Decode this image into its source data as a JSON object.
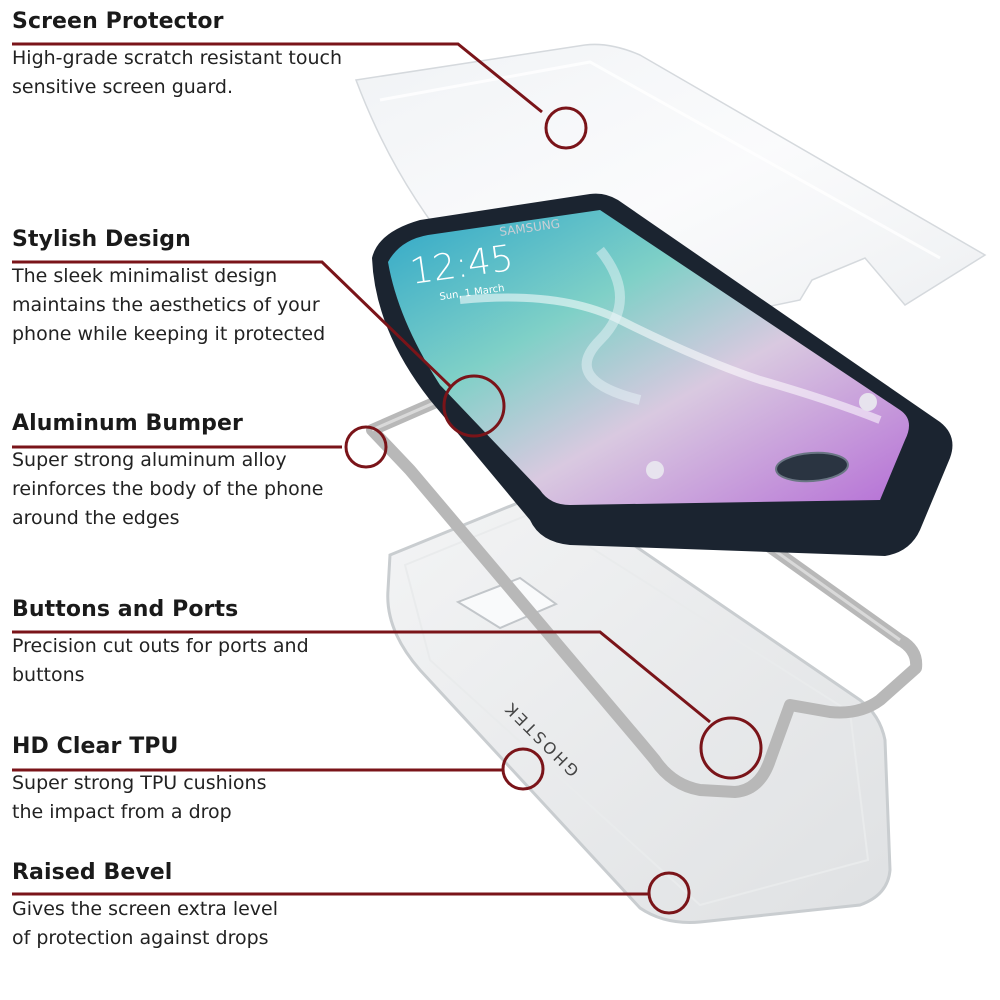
{
  "features": [
    {
      "title": "Screen Protector",
      "lines": [
        "High-grade scratch resistant touch",
        "sensitive screen guard."
      ]
    },
    {
      "title": "Stylish Design",
      "lines": [
        "The sleek minimalist design",
        "maintains the aesthetics of your",
        "phone while keeping it protected"
      ]
    },
    {
      "title": "Aluminum Bumper",
      "lines": [
        "Super strong aluminum alloy",
        "reinforces the body of the phone",
        "around the edges"
      ]
    },
    {
      "title": "Buttons and Ports",
      "lines": [
        "Precision cut outs for ports and",
        "buttons"
      ]
    },
    {
      "title": "HD Clear TPU",
      "lines": [
        "Super strong TPU cushions",
        "the impact from a drop"
      ]
    },
    {
      "title": "Raised Bevel",
      "lines": [
        "Gives the screen extra level",
        "of protection against drops"
      ]
    }
  ],
  "phone": {
    "brand": "SAMSUNG",
    "time": "12:45",
    "date": "Sun, 1 March"
  },
  "case": {
    "brand": "GHOSTEK"
  },
  "colors": {
    "callout": "#7a1419",
    "text": "#1a1a1a",
    "phone_body": "#1b2430",
    "bumper": "#b8b8b8"
  }
}
